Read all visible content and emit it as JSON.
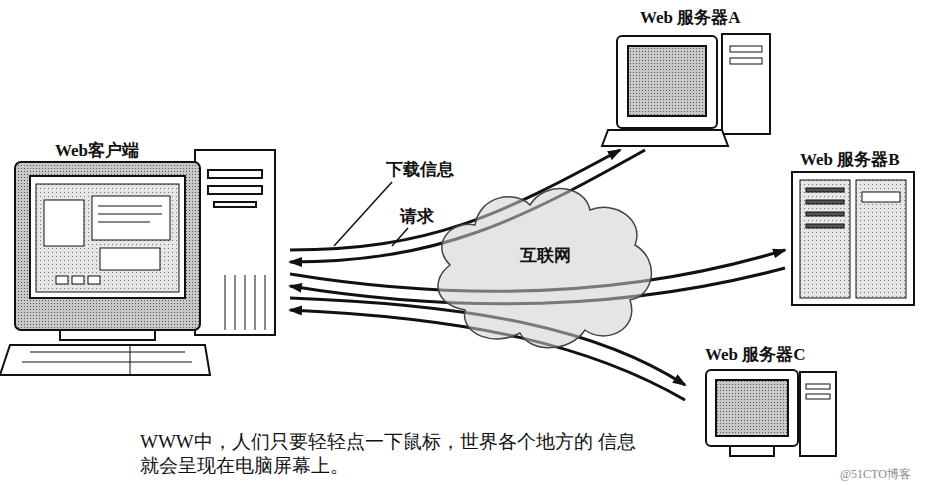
{
  "diagram": {
    "caption": "WWW中，人们只要轻轻点一下鼠标，世界各个地方的 信息就会呈现在电脑屏幕上。",
    "nodes": [
      {
        "text": [
          "Web客户端"
        ]
      },
      {
        "text": [
          "互联网"
        ]
      },
      {
        "text": [
          "Web 服务器A"
        ]
      },
      {
        "text": [
          "Web 服务器B"
        ]
      },
      {
        "text": [
          "Web 服务器C"
        ]
      }
    ],
    "edges": [
      {
        "from": 0,
        "to": 2,
        "arrow": "to"
      },
      {
        "from": 2,
        "to": 0,
        "arrow": "to"
      },
      {
        "from": 0,
        "to": 3,
        "arrow": "to"
      },
      {
        "from": 3,
        "to": 0,
        "arrow": "to"
      },
      {
        "from": 0,
        "to": 4,
        "arrow": "to"
      },
      {
        "from": 4,
        "to": 0,
        "arrow": "to"
      }
    ],
    "labels": [
      "下载信息",
      "请求",
      "@51CTO博客"
    ]
  }
}
